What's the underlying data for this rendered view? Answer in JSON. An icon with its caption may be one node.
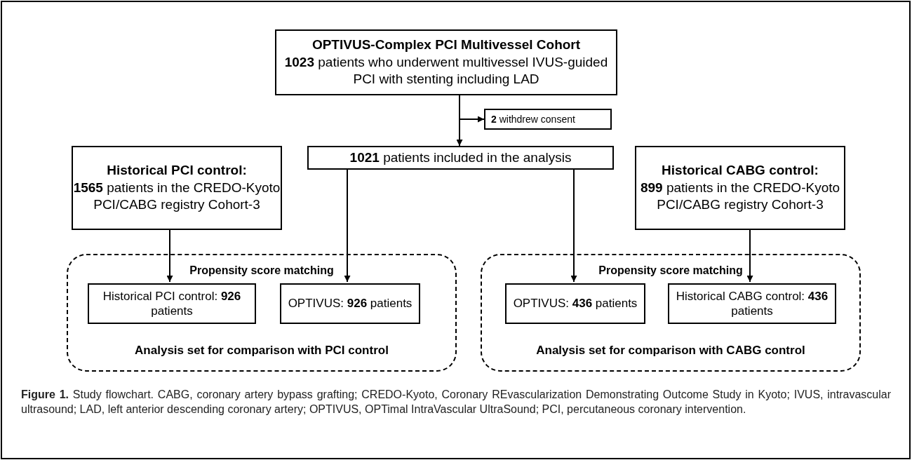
{
  "diagram": {
    "caption": "**Figure 1.** Study flowchart. CABG, coronary artery bypass grafting; CREDO-Kyoto, Coronary REvascularization Demonstrating Outcome Study in Kyoto; IVUS, intravascular ultrasound; LAD, left anterior descending coronary artery; OPTIVUS, OPTimal IntraVascular UltraSound; PCI, percutaneous coronary intervention.",
    "nodes": [
      {
        "text": [
          "OPTIVUS-Complex PCI Multivessel Cohort",
          "**1023** patients who underwent multivessel IVUS-guided PCI with stenting including LAD"
        ]
      },
      {
        "text": [
          "**2** withdrew consent"
        ]
      },
      {
        "text": [
          "Historical PCI control:",
          "**1565** patients in the CREDO-Kyoto PCI/CABG registry Cohort-3"
        ]
      },
      {
        "text": [
          "**1021** patients included in the analysis"
        ]
      },
      {
        "text": [
          "Historical CABG control:",
          "**899** patients in the CREDO-Kyoto PCI/CABG registry Cohort-3"
        ]
      },
      {
        "text": [
          "Propensity score matching",
          "Analysis set for comparison with PCI control"
        ]
      },
      {
        "text": [
          "Historical PCI control: **926** patients"
        ],
        "in": 5
      },
      {
        "text": [
          "OPTIVUS: **926** patients"
        ],
        "in": 5
      },
      {
        "text": [
          "Propensity score matching",
          "Analysis set for comparison with CABG control"
        ]
      },
      {
        "text": [
          "OPTIVUS: **436** patients"
        ],
        "in": 8
      },
      {
        "text": [
          "Historical CABG control: **436** patients"
        ],
        "in": 8
      }
    ],
    "edges": [
      {
        "from": 0,
        "to": 3,
        "arrow": "to"
      },
      {
        "from": 0,
        "to": 1,
        "arrow": "to"
      },
      {
        "from": 2,
        "to": 6,
        "arrow": "to"
      },
      {
        "from": 3,
        "to": 7,
        "arrow": "to"
      },
      {
        "from": 3,
        "to": 9,
        "arrow": "to"
      },
      {
        "from": 4,
        "to": 10,
        "arrow": "to"
      }
    ]
  }
}
